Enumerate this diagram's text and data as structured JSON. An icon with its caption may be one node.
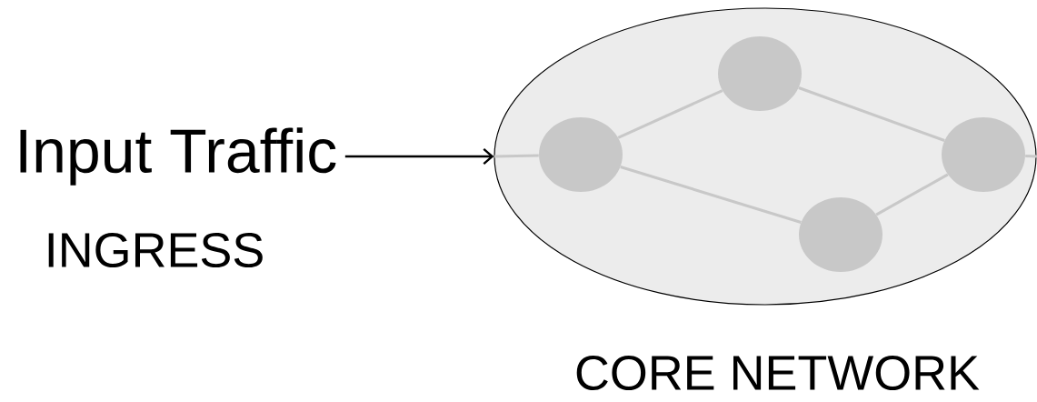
{
  "diagram": {
    "nodes": [
      {
        "text": [
          "Input Traffic"
        ]
      },
      {
        "text": [],
        "shape": "ellipse",
        "beside": [
          "CORE NETWORK"
        ]
      },
      {
        "text": [],
        "shape": "circle",
        "in": 1
      },
      {
        "text": [],
        "shape": "circle",
        "in": 1
      },
      {
        "text": [],
        "shape": "circle",
        "in": 1
      },
      {
        "text": [],
        "shape": "circle",
        "in": 1
      }
    ],
    "edges": [
      {
        "from": 0,
        "to": 1,
        "arrow": "to",
        "color": "#000000"
      },
      {
        "from": null,
        "to": 2,
        "arrow": "none"
      },
      {
        "from": 2,
        "to": 3,
        "arrow": "none"
      },
      {
        "from": 2,
        "to": 4,
        "arrow": "none"
      },
      {
        "from": 3,
        "to": 5,
        "arrow": "none"
      },
      {
        "from": 4,
        "to": 5,
        "arrow": "none"
      },
      {
        "from": 5,
        "to": null,
        "arrow": "none"
      }
    ],
    "labels": [
      "INGRESS"
    ]
  }
}
